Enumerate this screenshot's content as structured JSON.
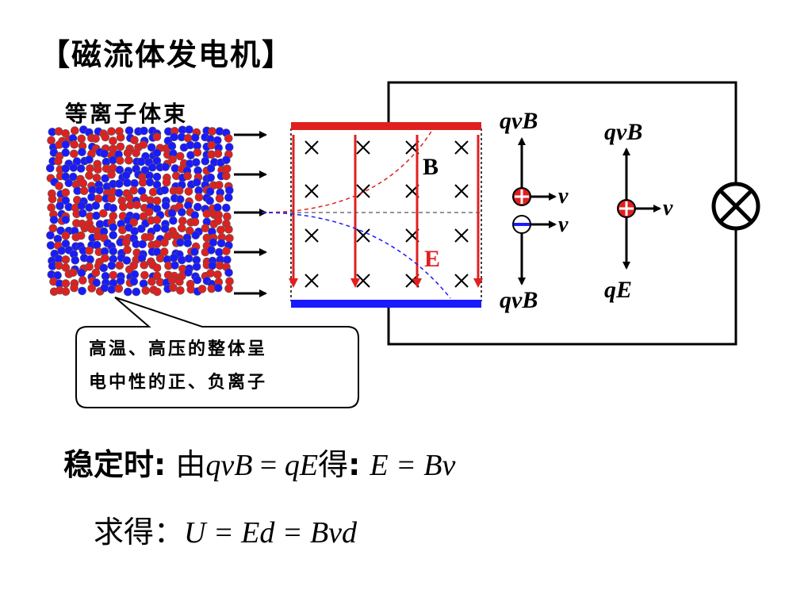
{
  "title": "【磁流体发电机】",
  "plasma_label": "等离子体束",
  "callout": {
    "line1": "高温、高压的整体呈",
    "line2": "电中性的正、负离子"
  },
  "labels": {
    "field_B": "B",
    "field_E": "E",
    "force_qvB_top": "qvB",
    "force_qvB_bottom": "qvB",
    "force_qvB_right": "qvB",
    "force_qE": "qE",
    "velocity_1": "v",
    "velocity_2": "v",
    "velocity_3": "v"
  },
  "equation1": {
    "prefix": "稳定时",
    "colon1": ":",
    "you": "由",
    "lhs": "qvB",
    "eq": " = ",
    "rhs": "qE",
    "de": "得",
    "colon2": ":",
    "result": "E = Bv"
  },
  "equation2": {
    "prefix": "求得：",
    "result": "U = Ed = Bvd"
  },
  "colors": {
    "positive": "#e02020",
    "negative": "#1a1aff",
    "field_E": "#e02020"
  },
  "icons": {
    "lamp": "lamp-icon",
    "magnetic_field_into_page": "cross-mark-icon"
  }
}
